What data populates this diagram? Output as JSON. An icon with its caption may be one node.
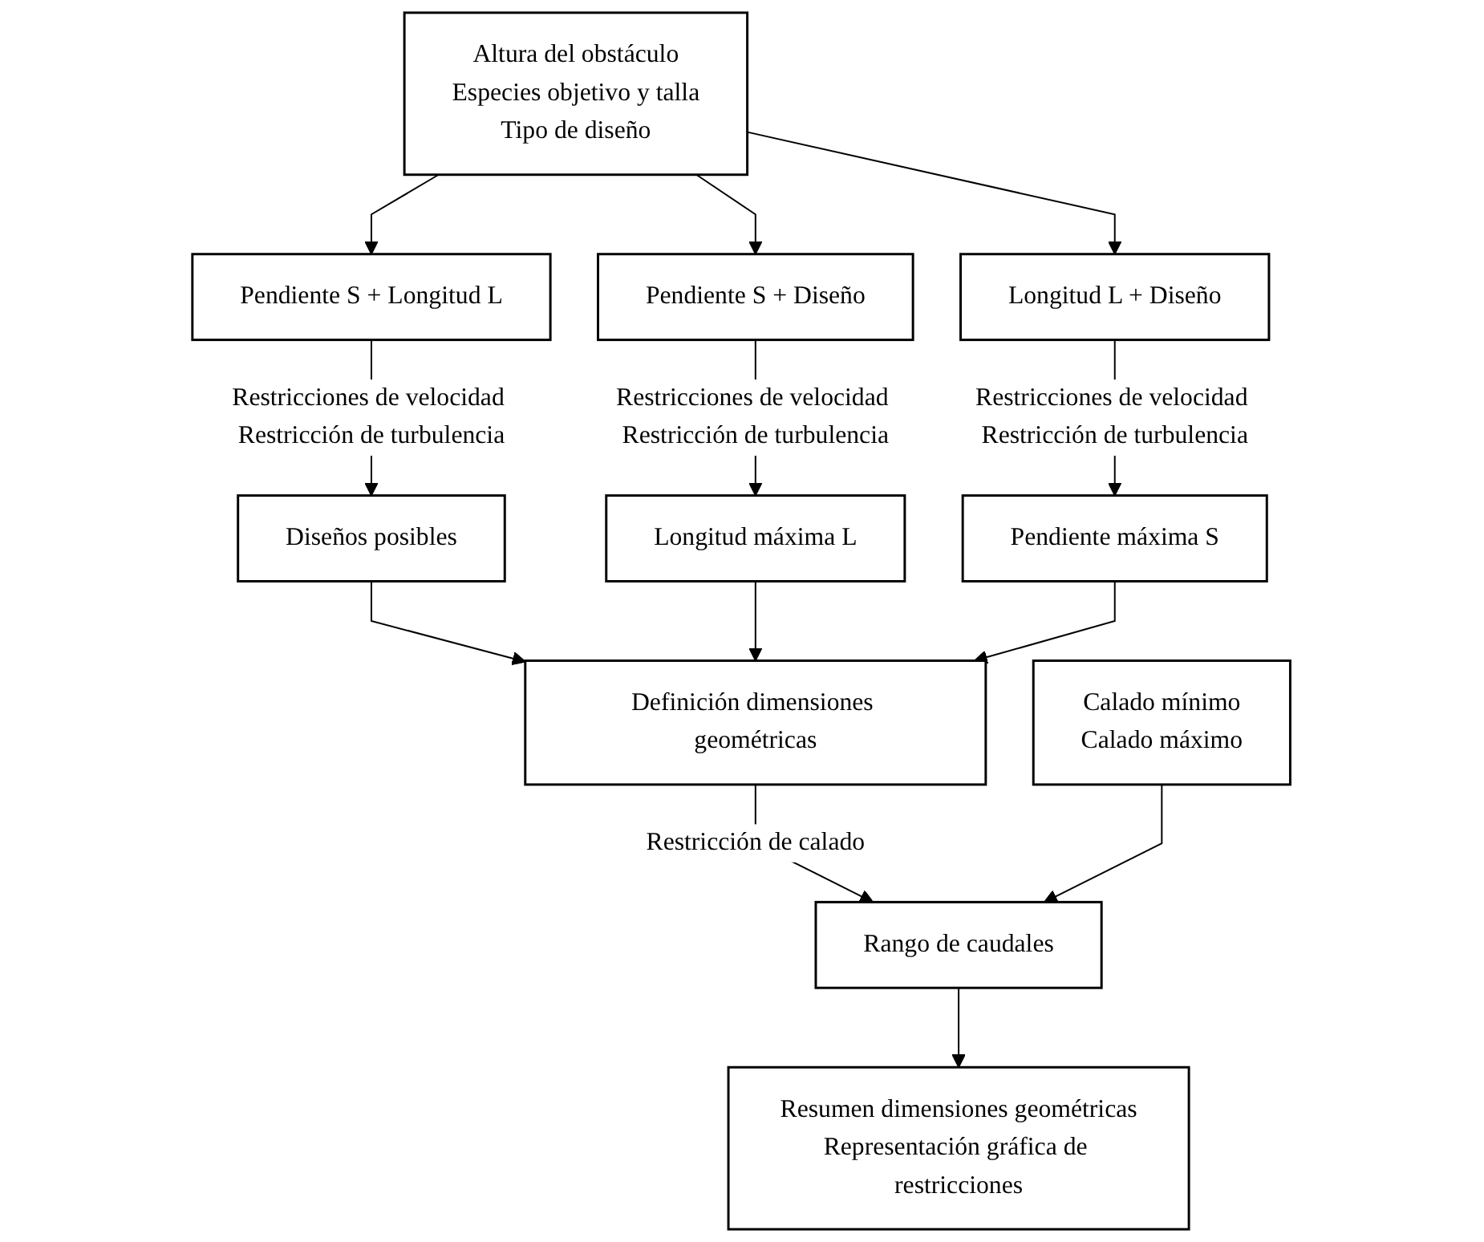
{
  "diagram": {
    "nodes": [
      {
        "text": [
          "Altura del obstáculo",
          "Especies objetivo y talla",
          "Tipo de diseño"
        ]
      },
      {
        "text": [
          "Pendiente S + Longitud L"
        ]
      },
      {
        "text": [
          "Pendiente S + Diseño"
        ]
      },
      {
        "text": [
          "Longitud L + Diseño"
        ]
      },
      {
        "text": [
          "Diseños posibles"
        ]
      },
      {
        "text": [
          "Longitud máxima L"
        ]
      },
      {
        "text": [
          "Pendiente máxima S"
        ]
      },
      {
        "text": [
          "Definición dimensiones geométricas"
        ]
      },
      {
        "text": [
          "Calado mínimo",
          "Calado máximo"
        ]
      },
      {
        "text": [
          "Rango de caudales"
        ]
      },
      {
        "text": [
          "Resumen dimensiones geométricas",
          "Representación gráfica de restricciones"
        ]
      }
    ],
    "edges": [
      {
        "from": 0,
        "to": 1,
        "arrow": "to"
      },
      {
        "from": 0,
        "to": 2,
        "arrow": "to"
      },
      {
        "from": 0,
        "to": 3,
        "arrow": "to"
      },
      {
        "from": 1,
        "to": 4,
        "arrow": "to",
        "label": "Restricciones de velocidad Restricción de turbulencia"
      },
      {
        "from": 2,
        "to": 5,
        "arrow": "to",
        "label": "Restricciones de velocidad Restricción de turbulencia"
      },
      {
        "from": 3,
        "to": 6,
        "arrow": "to",
        "label": "Restricciones de velocidad Restricción de turbulencia"
      },
      {
        "from": 4,
        "to": 7,
        "arrow": "to"
      },
      {
        "from": 5,
        "to": 7,
        "arrow": "to"
      },
      {
        "from": 6,
        "to": 7,
        "arrow": "to"
      },
      {
        "from": 7,
        "to": 9,
        "arrow": "to",
        "label": "Restricción de calado"
      },
      {
        "from": 8,
        "to": 9,
        "arrow": "to"
      },
      {
        "from": 9,
        "to": 10,
        "arrow": "to"
      }
    ]
  }
}
